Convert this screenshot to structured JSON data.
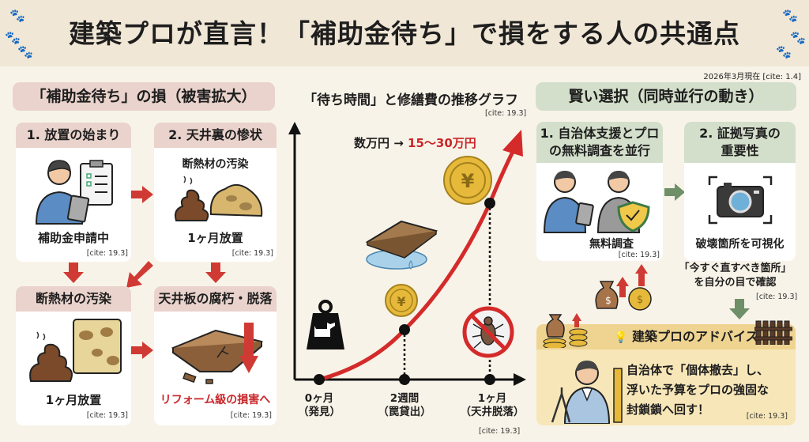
{
  "header": {
    "title": "建築プロが直言！「補助金待ち」で損をする人の共通点",
    "date_note": "2026年3月現在 [cite: 1.4]",
    "decoration": "paw-prints"
  },
  "left_section": {
    "title": "「補助金待ち」の損（被害拡大）",
    "cards": [
      {
        "heading": "1. 放置の始まり",
        "caption": "補助金申請中",
        "cite": "[cite: 19.3]",
        "icon": "person-with-clipboard-icon"
      },
      {
        "heading": "2. 天井裏の惨状",
        "subheading": "断熱材の汚染",
        "caption": "1ヶ月放置",
        "cite": "[cite: 19.3]",
        "icon": "droppings-and-insulation-icon"
      },
      {
        "heading": "断熱材の汚染",
        "caption": "1ヶ月放置",
        "cite": "[cite: 19.3]",
        "icon": "stained-insulation-icon"
      },
      {
        "heading": "天井板の腐朽・脱落",
        "caption": "リフォーム級の損害へ",
        "cite": "[cite: 19.3]",
        "icon": "broken-ceiling-board-icon"
      }
    ]
  },
  "center_section": {
    "title": "「待ち時間」と修繕費の推移グラフ",
    "title_cite": "[cite: 19.3]",
    "annotation_prefix": "数万円 →",
    "annotation_highlight": "15〜30万円",
    "x_labels": [
      {
        "line1": "0ヶ月",
        "line2": "（発見）"
      },
      {
        "line1": "2週間",
        "line2": "（罠貸出）"
      },
      {
        "line1": "1ヶ月",
        "line2": "（天井脱落）"
      }
    ],
    "bottom_cite": "[cite: 19.3]"
  },
  "chart_data": {
    "type": "line",
    "title": "「待ち時間」と修繕費の推移グラフ",
    "categories": [
      "0ヶ月（発見）",
      "2週間（罠貸出）",
      "1ヶ月（天井脱落）"
    ],
    "series": [
      {
        "name": "修繕費",
        "values": [
          0,
          1,
          3.5
        ]
      }
    ],
    "annotation": "数万円 → 15〜30万円",
    "xlabel": "待ち時間",
    "ylabel": "修繕費",
    "grid": false
  },
  "right_section": {
    "title": "賢い選択（同時並行の動き）",
    "cards": [
      {
        "heading_line1": "1. 自治体支援とプロ",
        "heading_line2": "の無料調査を並行",
        "caption": "無料調査",
        "cite": "[cite: 19.3]",
        "icon": "two-people-with-shield-icon"
      },
      {
        "heading_line1": "2. 証拠写真の",
        "heading_line2": "重要性",
        "caption": "破壊箇所を可視化",
        "icon": "camera-icon"
      }
    ],
    "note_line1": "「今すぐ直すべき箇所」",
    "note_line2": "を自分の目で確認",
    "note_cite": "[cite: 19.3]"
  },
  "advice": {
    "title": "建築プロのアドバイス",
    "lines": [
      "自治体で「個体撤去」し、",
      "浮いた予算をプロの強固な",
      "封鎖鎖へ回す！"
    ],
    "cite": "[cite: 19.3]"
  },
  "colors": {
    "background": "#f8f3e8",
    "header_bg": "#f1e7d6",
    "pink_head": "#e9d3cc",
    "green_head": "#d3dfca",
    "red_accent": "#c8262a",
    "green_arrow": "#6f8f68",
    "advice_bg": "#f7e6b8"
  }
}
